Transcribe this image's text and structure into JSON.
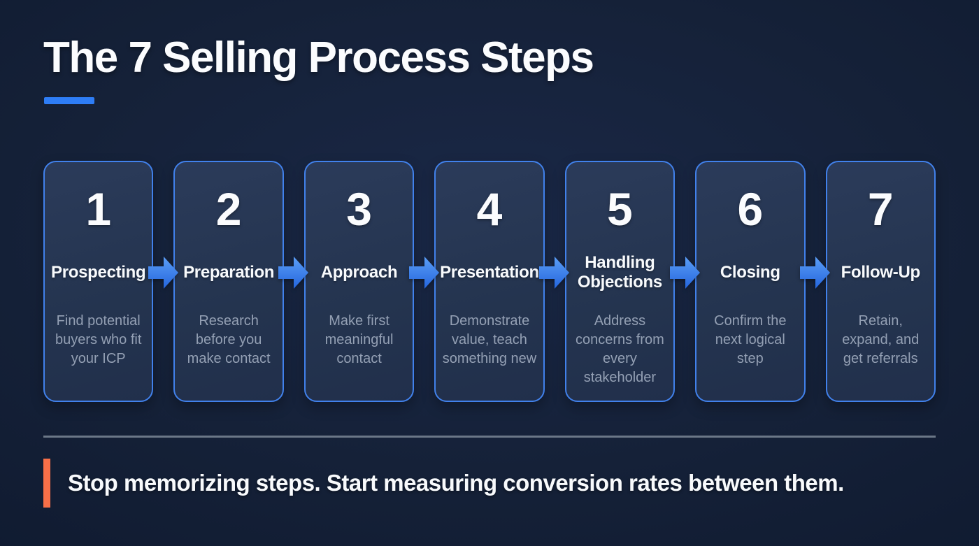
{
  "page": {
    "title": "The 7 Selling Process Steps",
    "quote": "Stop memorizing steps. Start measuring conversion rates between them.",
    "background_color": "#152138",
    "accent_color": "#2e7df6",
    "card_border_color": "#4181eb",
    "quote_accent_color": "#f76f48"
  },
  "steps": [
    {
      "number": "1",
      "label": "Prospecting",
      "description": "Find potential buyers who fit your ICP"
    },
    {
      "number": "2",
      "label": "Preparation",
      "description": "Research before you make contact"
    },
    {
      "number": "3",
      "label": "Approach",
      "description": "Make first meaningful contact"
    },
    {
      "number": "4",
      "label": "Presentation",
      "description": "Demonstrate value, teach something new"
    },
    {
      "number": "5",
      "label": "Handling Objections",
      "description": "Address concerns from every stakeholder"
    },
    {
      "number": "6",
      "label": "Closing",
      "description": "Confirm the next logical step"
    },
    {
      "number": "7",
      "label": "Follow-Up",
      "description": "Retain, expand, and get referrals"
    }
  ]
}
